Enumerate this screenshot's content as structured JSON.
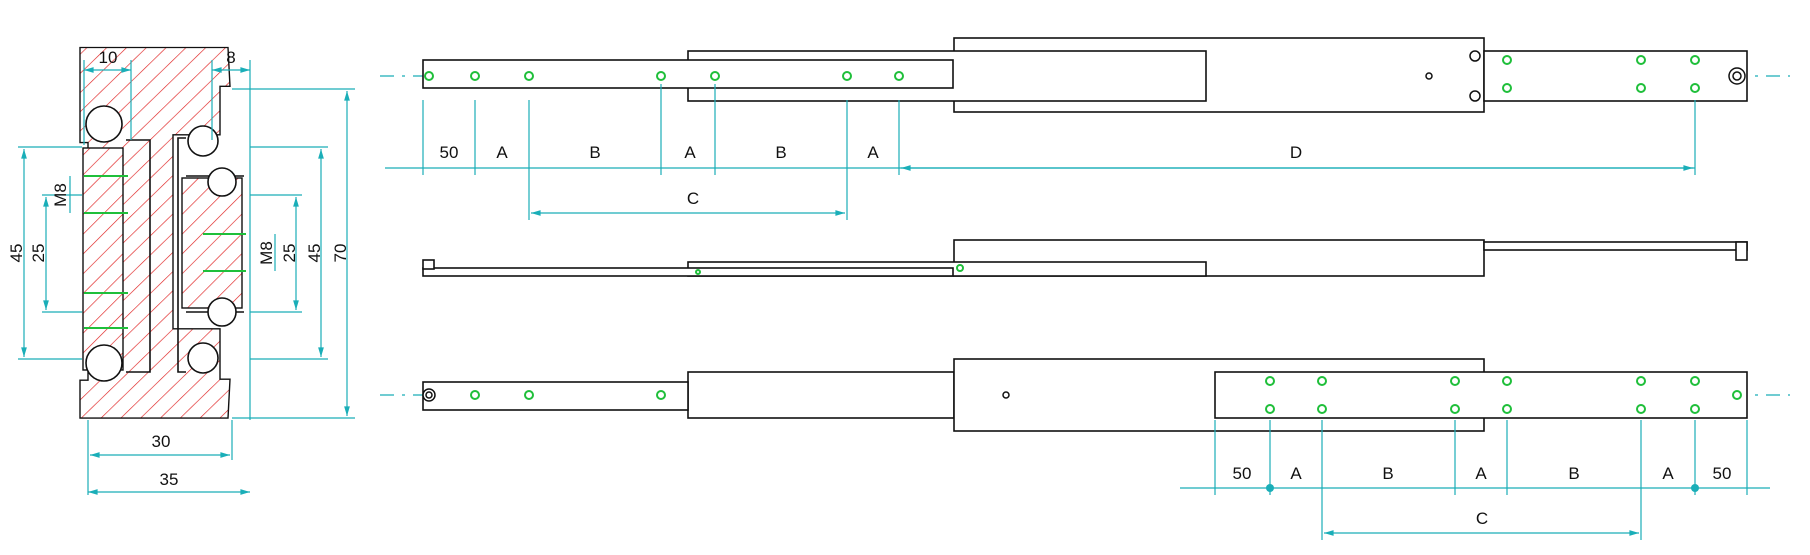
{
  "cross_section": {
    "dim_top_left": "10",
    "dim_top_right": "8",
    "dim_left_outer": "45",
    "dim_left_inner": "25",
    "thread_left": "M8",
    "thread_right": "M8",
    "dim_right_inner": "25",
    "dim_right_outer": "45",
    "dim_height": "70",
    "dim_width_inner": "30",
    "dim_width_outer": "35"
  },
  "top_view": {
    "labels": [
      "50",
      "A",
      "B",
      "A",
      "B",
      "A",
      "D"
    ],
    "c_label": "C"
  },
  "bottom_view": {
    "labels": [
      "50",
      "A",
      "B",
      "A",
      "B",
      "A",
      "50"
    ],
    "c_label": "C"
  },
  "colors": {
    "dimension": "#1aaeb8",
    "hatch": "#e02020",
    "hole": "#1fbf3a",
    "outline": "#111111"
  }
}
